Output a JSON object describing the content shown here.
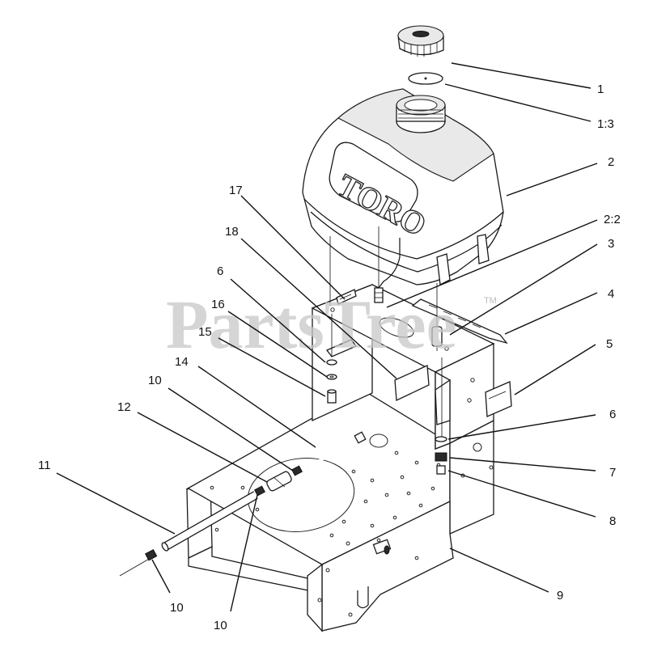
{
  "watermark": {
    "text": "PartsTree",
    "tm": "TM"
  },
  "logo_text": "TORO",
  "callouts": [
    {
      "id": "c1",
      "label": "1"
    },
    {
      "id": "c1-3",
      "label": "1:3"
    },
    {
      "id": "c2",
      "label": "2"
    },
    {
      "id": "c2-2",
      "label": "2:2"
    },
    {
      "id": "c3",
      "label": "3"
    },
    {
      "id": "c4",
      "label": "4"
    },
    {
      "id": "c5",
      "label": "5"
    },
    {
      "id": "c6r",
      "label": "6"
    },
    {
      "id": "c7",
      "label": "7"
    },
    {
      "id": "c8",
      "label": "8"
    },
    {
      "id": "c9",
      "label": "9"
    },
    {
      "id": "c17",
      "label": "17"
    },
    {
      "id": "c18",
      "label": "18"
    },
    {
      "id": "c6l",
      "label": "6"
    },
    {
      "id": "c16",
      "label": "16"
    },
    {
      "id": "c15",
      "label": "15"
    },
    {
      "id": "c14",
      "label": "14"
    },
    {
      "id": "c10a",
      "label": "10"
    },
    {
      "id": "c12",
      "label": "12"
    },
    {
      "id": "c11",
      "label": "11"
    },
    {
      "id": "c10b",
      "label": "10"
    },
    {
      "id": "c10c",
      "label": "10"
    }
  ]
}
